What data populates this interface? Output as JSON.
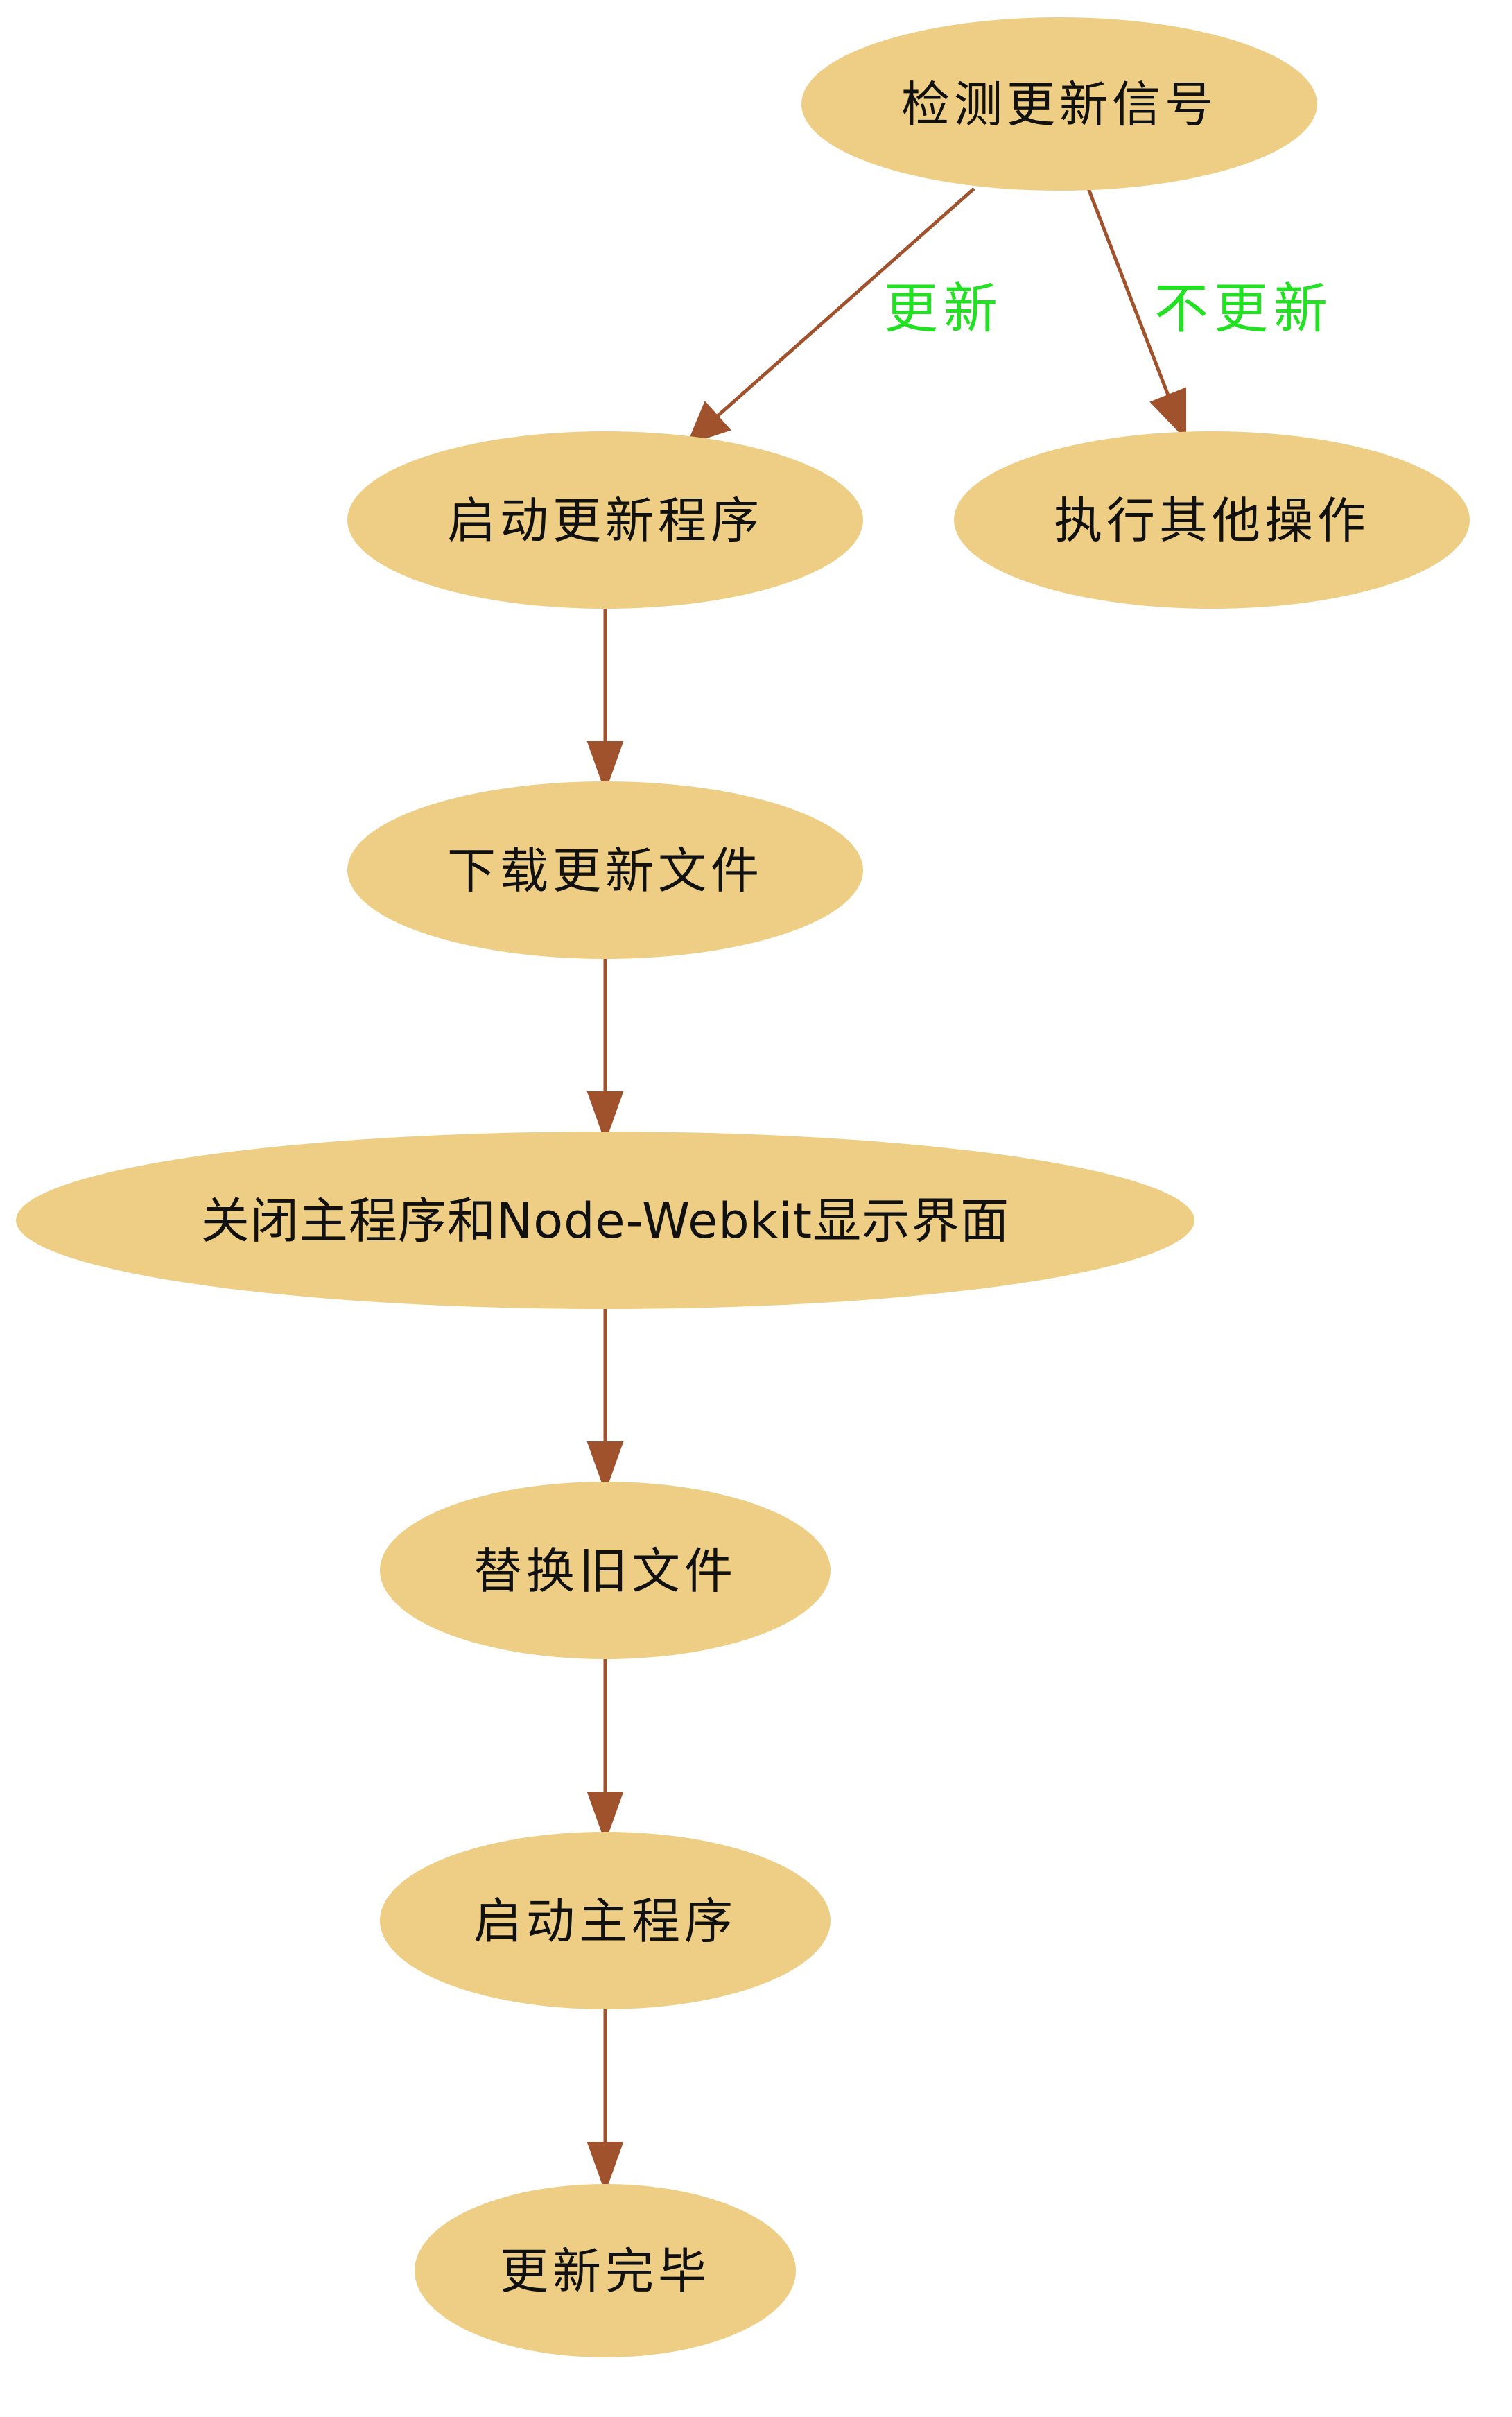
{
  "colors": {
    "node_fill": "#eece84",
    "edge": "#a0522d",
    "edge_label": "#22e022",
    "node_text": "#111111"
  },
  "nodes": {
    "detect": "检测更新信号",
    "start_updater": "启动更新程序",
    "other": "执行其他操作",
    "download": "下载更新文件",
    "close_main": "关闭主程序和Node-Webkit显示界面",
    "replace": "替换旧文件",
    "start_main": "启动主程序",
    "done": "更新完毕"
  },
  "edges": {
    "update": "更新",
    "no_update": "不更新"
  }
}
